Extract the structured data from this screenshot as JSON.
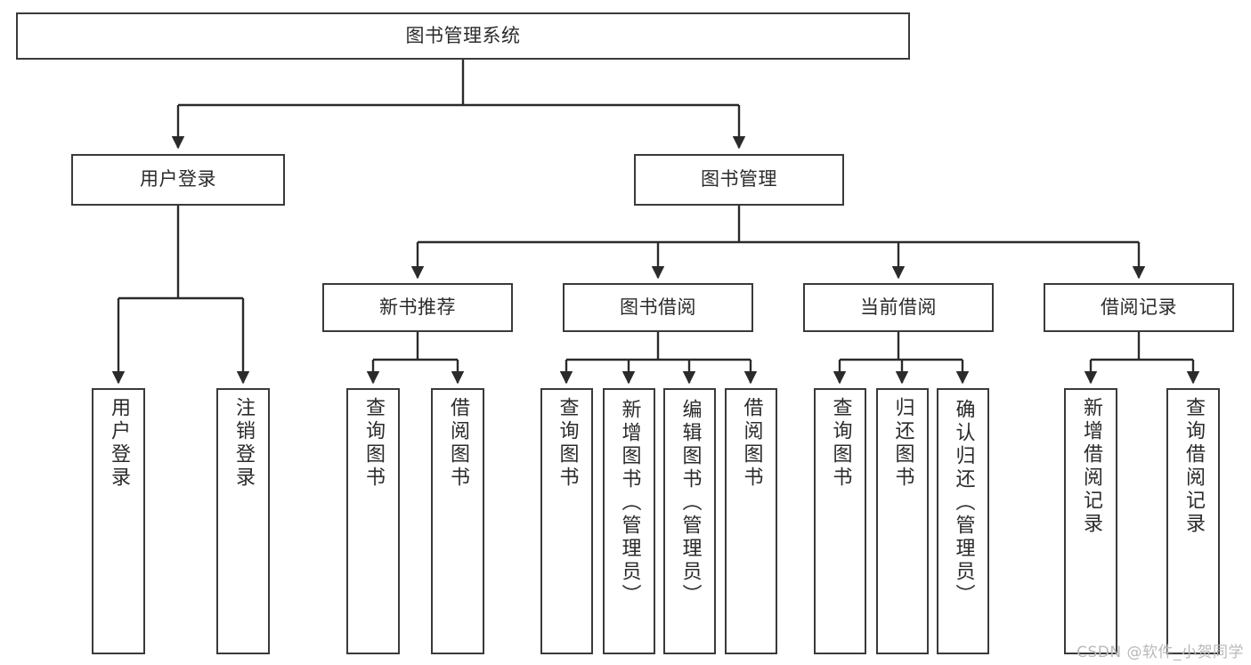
{
  "diagram": {
    "title": "图书管理系统",
    "type": "tree-hierarchy",
    "colors": {
      "node_border": "#3a3a3a",
      "node_fill": "#ffffff",
      "edge": "#2b2b2b",
      "text": "#2b2b2b",
      "watermark": "#b9b9b9",
      "background": "#ffffff"
    },
    "root": {
      "label": "图书管理系统"
    },
    "level2": [
      {
        "label": "用户登录"
      },
      {
        "label": "图书管理"
      }
    ],
    "level3": [
      {
        "label": "新书推荐"
      },
      {
        "label": "图书借阅"
      },
      {
        "label": "当前借阅"
      },
      {
        "label": "借阅记录"
      }
    ],
    "leaves": {
      "user_login": [
        {
          "label": "用户登录"
        },
        {
          "label": "注销登录"
        }
      ],
      "new_book_recommend": [
        {
          "label": "查询图书"
        },
        {
          "label": "借阅图书"
        }
      ],
      "book_borrow": [
        {
          "label": "查询图书"
        },
        {
          "label": "新增图书（管理员）"
        },
        {
          "label": "编辑图书（管理员）"
        },
        {
          "label": "借阅图书"
        }
      ],
      "current_borrow": [
        {
          "label": "查询图书"
        },
        {
          "label": "归还图书"
        },
        {
          "label": "确认归还（管理员）"
        }
      ],
      "borrow_records": [
        {
          "label": "新增借阅记录"
        },
        {
          "label": "查询借阅记录"
        }
      ]
    }
  },
  "watermark": {
    "text": "CSDN @软件_小贺同学"
  }
}
